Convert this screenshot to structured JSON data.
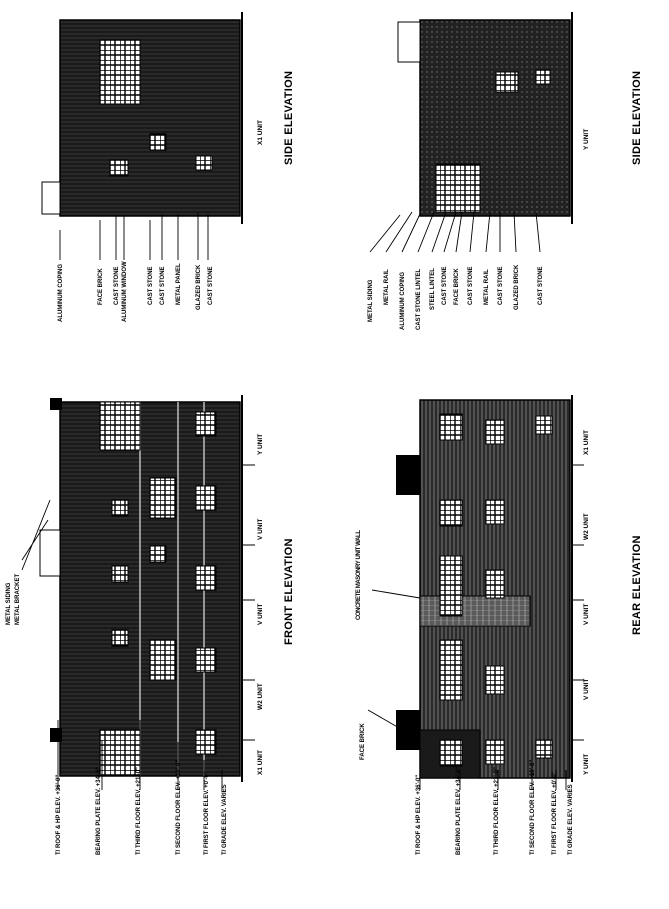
{
  "front_elevation": {
    "title": "FRONT ELEVATION",
    "level_labels": [
      "T/ ROOF & HP ELEV. +36'-0\"",
      "BEARING PLATE ELEV. +34'-6\"",
      "T/ THIRD FLOOR ELEV. +21'-0\"",
      "T/ SECOND FLOOR ELEV. +10'-8\"",
      "T/ FIRST FLOOR ELEV. +0'-0\"",
      "T/ GRADE ELEV. VARIES"
    ],
    "unit_labels": [
      "X1 UNIT",
      "W2 UNIT",
      "V UNIT",
      "V UNIT",
      "Y UNIT"
    ],
    "top_callouts": [
      "METAL SIDING",
      "METAL BRACKET"
    ]
  },
  "front_side_elevation": {
    "title": "SIDE ELEVATION",
    "callouts": [
      "ALUMINUM COPING",
      "FACE BRICK",
      "CAST STONE",
      "ALUMINUM WINDOW",
      "CAST STONE",
      "CAST STONE",
      "METAL PANEL",
      "GLAZED BRICK",
      "CAST STONE"
    ],
    "unit_label": "X1 UNIT"
  },
  "rear_elevation": {
    "title": "REAR ELEVATION",
    "level_labels": [
      "T/ ROOF & HP ELEV. +36'-0\"",
      "BEARING PLATE ELEV. +34'-6\"",
      "T/ THIRD FLOOR ELEV. +21'-0\"",
      "T/ SECOND FLOOR ELEV. +10'-8\"",
      "T/ FIRST FLOOR ELEV. +0'-0\"",
      "T/ GRADE ELEV. VARIES"
    ],
    "unit_labels": [
      "Y UNIT",
      "V UNIT",
      "V UNIT",
      "W2 UNIT",
      "X1 UNIT"
    ],
    "top_callouts": [
      "FACE BRICK",
      "CONCRETE MASONRY UNIT WALL"
    ]
  },
  "rear_side_elevation": {
    "title": "SIDE ELEVATION",
    "callouts": [
      "METAL SIDING",
      "METAL RAIL",
      "ALUMINUM COPING",
      "CAST STONE LINTEL",
      "STEEL LINTEL",
      "CAST STONE",
      "FACE BRICK",
      "CAST STONE",
      "METAL RAIL",
      "CAST STONE",
      "GLAZED BRICK",
      "CAST STONE"
    ],
    "unit_label": "Y UNIT"
  }
}
